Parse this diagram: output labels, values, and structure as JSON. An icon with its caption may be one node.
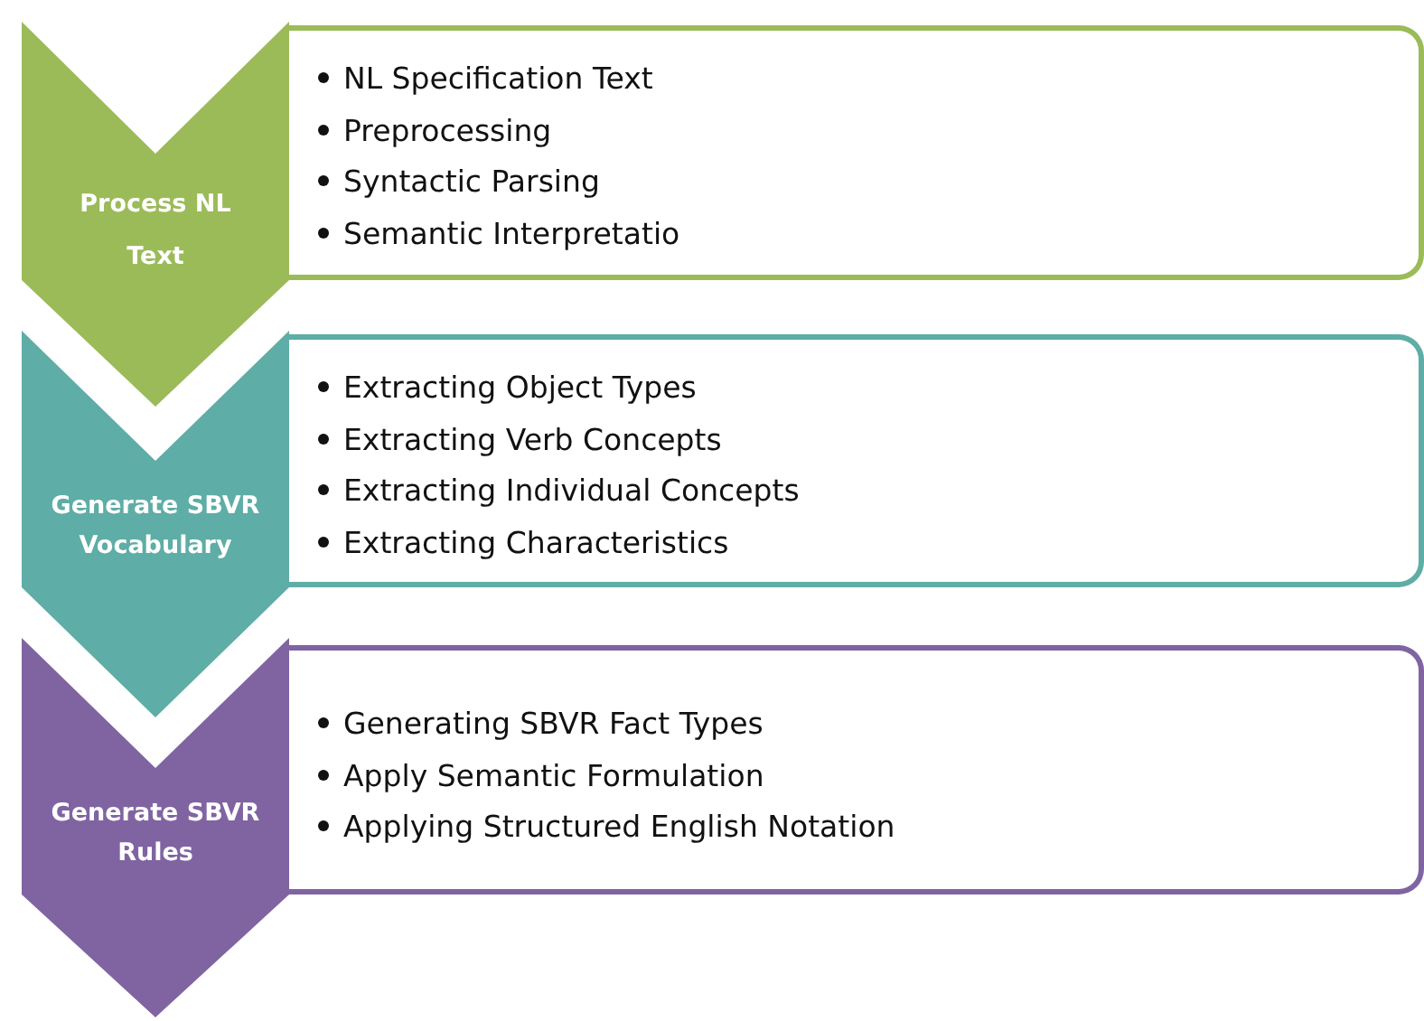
{
  "diagram": {
    "nodes": [
      {
        "text": [
          "Process NL Text"
        ]
      },
      {
        "text": [
          "NL Specification Text",
          "Preprocessing",
          "Syntactic Parsing",
          "Semantic Interpretatio"
        ]
      },
      {
        "text": [
          "Generate SBVR Vocabulary"
        ]
      },
      {
        "text": [
          "Extracting Object Types",
          "Extracting Verb Concepts",
          "Extracting Individual Concepts",
          "Extracting Characteristics"
        ]
      },
      {
        "text": [
          "Generate SBVR Rules"
        ]
      },
      {
        "text": [
          "Generating SBVR Fact Types",
          "Apply Semantic Formulation",
          "Applying Structured English Notation"
        ]
      }
    ]
  }
}
